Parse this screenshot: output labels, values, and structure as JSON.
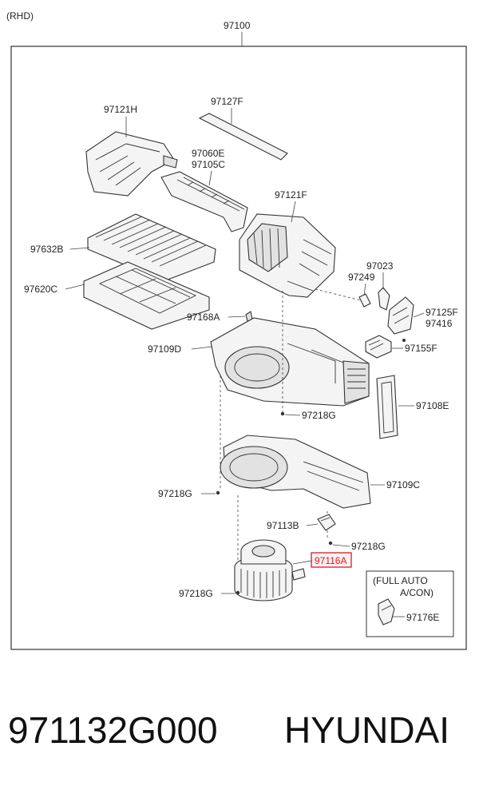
{
  "header": {
    "variant": "(RHD)",
    "assembly_number": "97100"
  },
  "parts": {
    "p97121H": "97121H",
    "p97127F": "97127F",
    "p97060E": "97060E",
    "p97105C": "97105C",
    "p97121F": "97121F",
    "p97632B": "97632B",
    "p97620C": "97620C",
    "p97023": "97023",
    "p97249": "97249",
    "p97125F": "97125F",
    "p97416": "97416",
    "p97168A": "97168A",
    "p97109D": "97109D",
    "p97155F": "97155F",
    "p97108E": "97108E",
    "p97218G_a": "97218G",
    "p97218G_b": "97218G",
    "p97109C": "97109C",
    "p97113B": "97113B",
    "p97218G_c": "97218G",
    "p97116A": "97116A",
    "p97218G_d": "97218G",
    "p97176E": "97176E"
  },
  "option_box": {
    "line1": "(FULL AUTO",
    "line2": "A/CON)"
  },
  "footer": {
    "part_number": "971132G000",
    "brand": "HYUNDAI"
  },
  "colors": {
    "highlight": "#d0202a",
    "stroke": "#333333",
    "fill": "#f4f4f4"
  }
}
